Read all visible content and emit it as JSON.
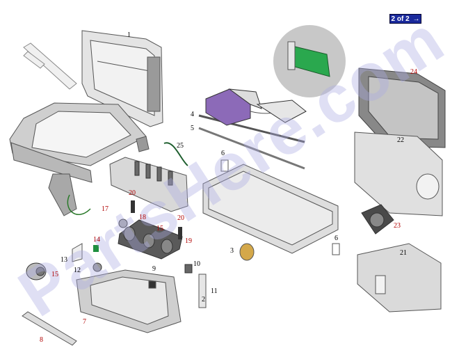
{
  "pager": {
    "label": "2 of 2",
    "arrow_icon": "arrow-right-icon"
  },
  "watermark": {
    "text": "PartsHere.com"
  },
  "callouts": [
    {
      "id": "c1",
      "text": "1"
    },
    {
      "id": "c2",
      "text": "2"
    },
    {
      "id": "c3",
      "text": "3"
    },
    {
      "id": "c4",
      "text": "4"
    },
    {
      "id": "c5",
      "text": "5"
    },
    {
      "id": "c6",
      "text": "6"
    },
    {
      "id": "c7",
      "text": "7"
    },
    {
      "id": "c8",
      "text": "8"
    },
    {
      "id": "c9",
      "text": "9"
    },
    {
      "id": "c10",
      "text": "10"
    },
    {
      "id": "c11",
      "text": "11"
    },
    {
      "id": "c12",
      "text": "12"
    },
    {
      "id": "c13",
      "text": "13"
    },
    {
      "id": "c14",
      "text": "14"
    },
    {
      "id": "c15",
      "text": "15"
    },
    {
      "id": "c16",
      "text": "15"
    },
    {
      "id": "c17",
      "text": "17"
    },
    {
      "id": "c18",
      "text": "18"
    },
    {
      "id": "c19",
      "text": "19"
    },
    {
      "id": "c20a",
      "text": "20"
    },
    {
      "id": "c20b",
      "text": "20"
    },
    {
      "id": "c21",
      "text": "21"
    },
    {
      "id": "c22",
      "text": "22"
    },
    {
      "id": "c23",
      "text": "23"
    },
    {
      "id": "c24",
      "text": "24"
    },
    {
      "id": "c25",
      "text": "25"
    },
    {
      "id": "c6b",
      "text": "6"
    }
  ]
}
